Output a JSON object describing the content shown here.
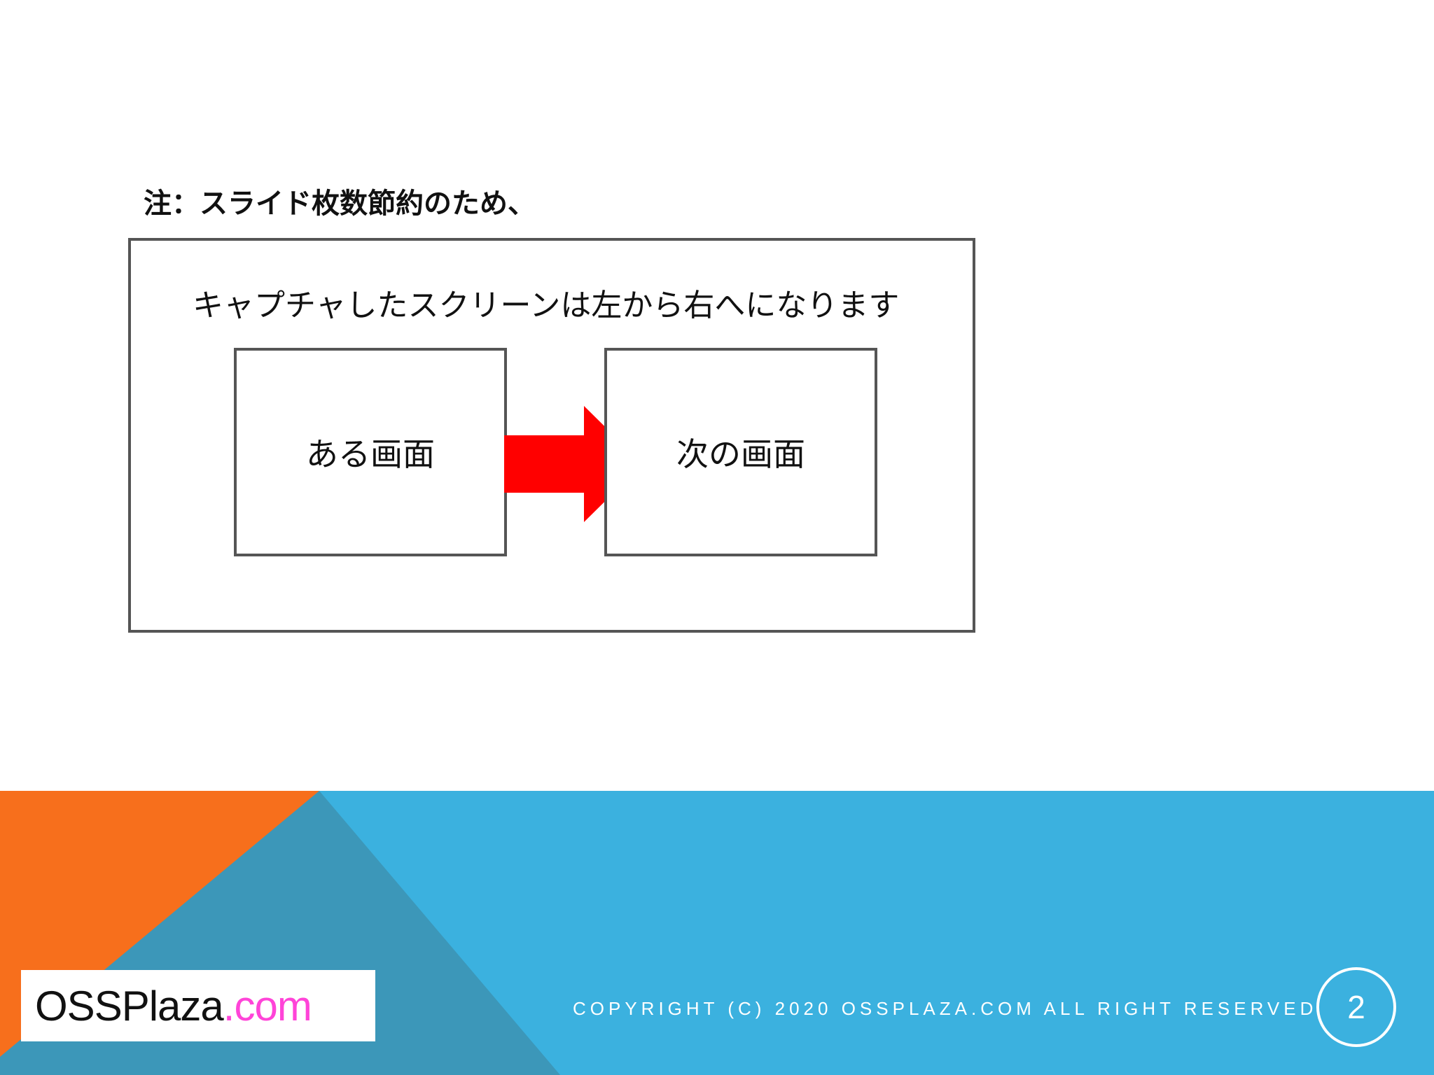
{
  "note": "注：スライド枚数節約のため、",
  "instruction": "キャプチャしたスクリーンは左から右へになります",
  "screens": {
    "left_label": "ある画面",
    "right_label": "次の画面"
  },
  "footer": {
    "logo_dark": "OSSPlaza",
    "logo_pink": ".com",
    "copyright": "COPYRIGHT (C) 2020 OSSPLAZA.COM ALL RIGHT RESERVED",
    "page_number": "2"
  },
  "colors": {
    "arrow": "#ff0000",
    "footer_blue": "#3bb1df",
    "footer_dark_blue": "#3c97b9",
    "footer_orange": "#f76f1c",
    "logo_pink": "#ff44d8"
  },
  "icons": {
    "arrow": "right-arrow-icon"
  }
}
